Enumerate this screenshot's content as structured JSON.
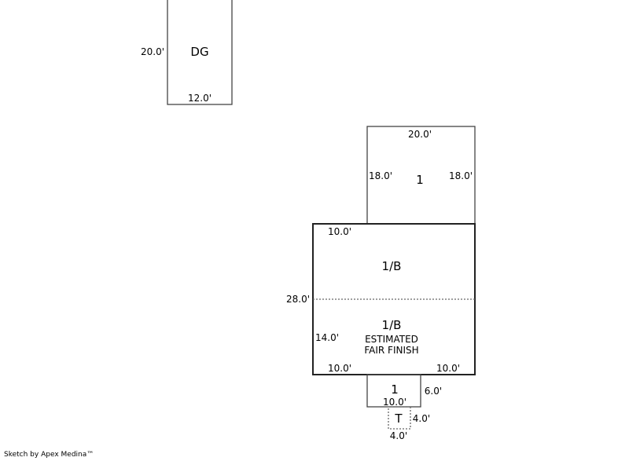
{
  "areas": {
    "dg": {
      "label": "DG",
      "dims": {
        "left": "20.0'",
        "bottom": "12.0'"
      }
    },
    "upper_one": {
      "label": "1",
      "dims": {
        "top": "20.0'",
        "left": "18.0'",
        "right": "18.0'"
      }
    },
    "basement_upper": {
      "label": "1/B",
      "dims": {
        "top_left": "10.0'",
        "left": "28.0'"
      }
    },
    "basement_lower": {
      "label": "1/B",
      "note_line1": "ESTIMATED",
      "note_line2": "FAIR FINISH",
      "dims": {
        "left": "14.0'",
        "bottom_left": "10.0'",
        "bottom_right": "10.0'"
      }
    },
    "lower_one": {
      "label": "1",
      "dims": {
        "bottom": "10.0'",
        "right": "6.0'"
      }
    },
    "t": {
      "label": "T",
      "dims": {
        "right": "4.0'",
        "bottom": "4.0'"
      }
    }
  },
  "footer": "Sketch by Apex Medina™"
}
